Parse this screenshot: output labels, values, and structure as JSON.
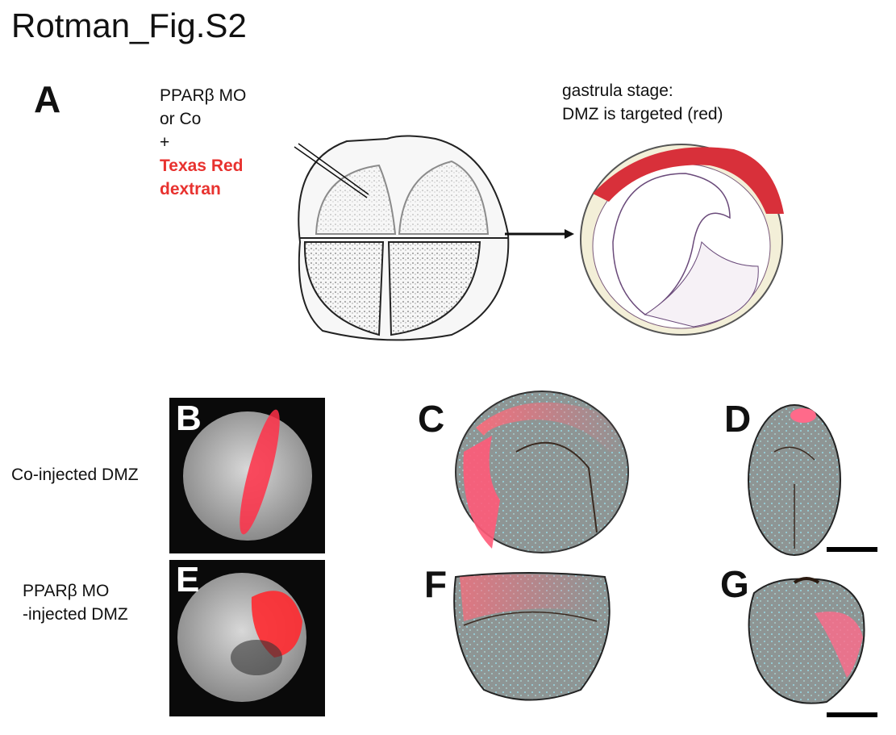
{
  "title": "Rotman_Fig.S2",
  "panel_labels": {
    "A": "A",
    "B": "B",
    "C": "C",
    "D": "D",
    "E": "E",
    "F": "F",
    "G": "G"
  },
  "injection": {
    "line1": "PPARβ MO",
    "line2": "or Co",
    "line3": "+",
    "dye_line1": "Texas Red",
    "dye_line2": "dextran",
    "dye_color": "#e8322f"
  },
  "gastrula": {
    "line1": "gastrula stage:",
    "line2": "DMZ is targeted (red)"
  },
  "row_labels": {
    "co": "Co-injected DMZ",
    "mo_line1": "PPARβ MO",
    "mo_line2": "-injected DMZ"
  }
}
